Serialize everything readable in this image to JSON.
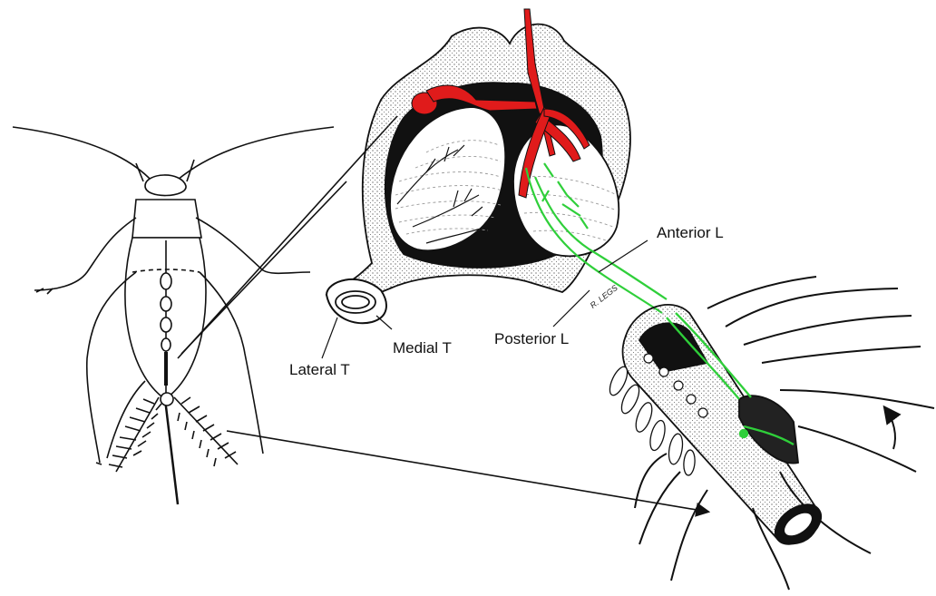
{
  "labels": {
    "anterior_l": "Anterior L",
    "posterior_l": "Posterior L",
    "lateral_t": "Lateral T",
    "medial_t": "Medial T",
    "signature": "R. LEGS"
  },
  "colors": {
    "outline": "#111111",
    "trachea_red": "#e01b1b",
    "nerve_green": "#2fcf3a",
    "background": "#ffffff"
  }
}
